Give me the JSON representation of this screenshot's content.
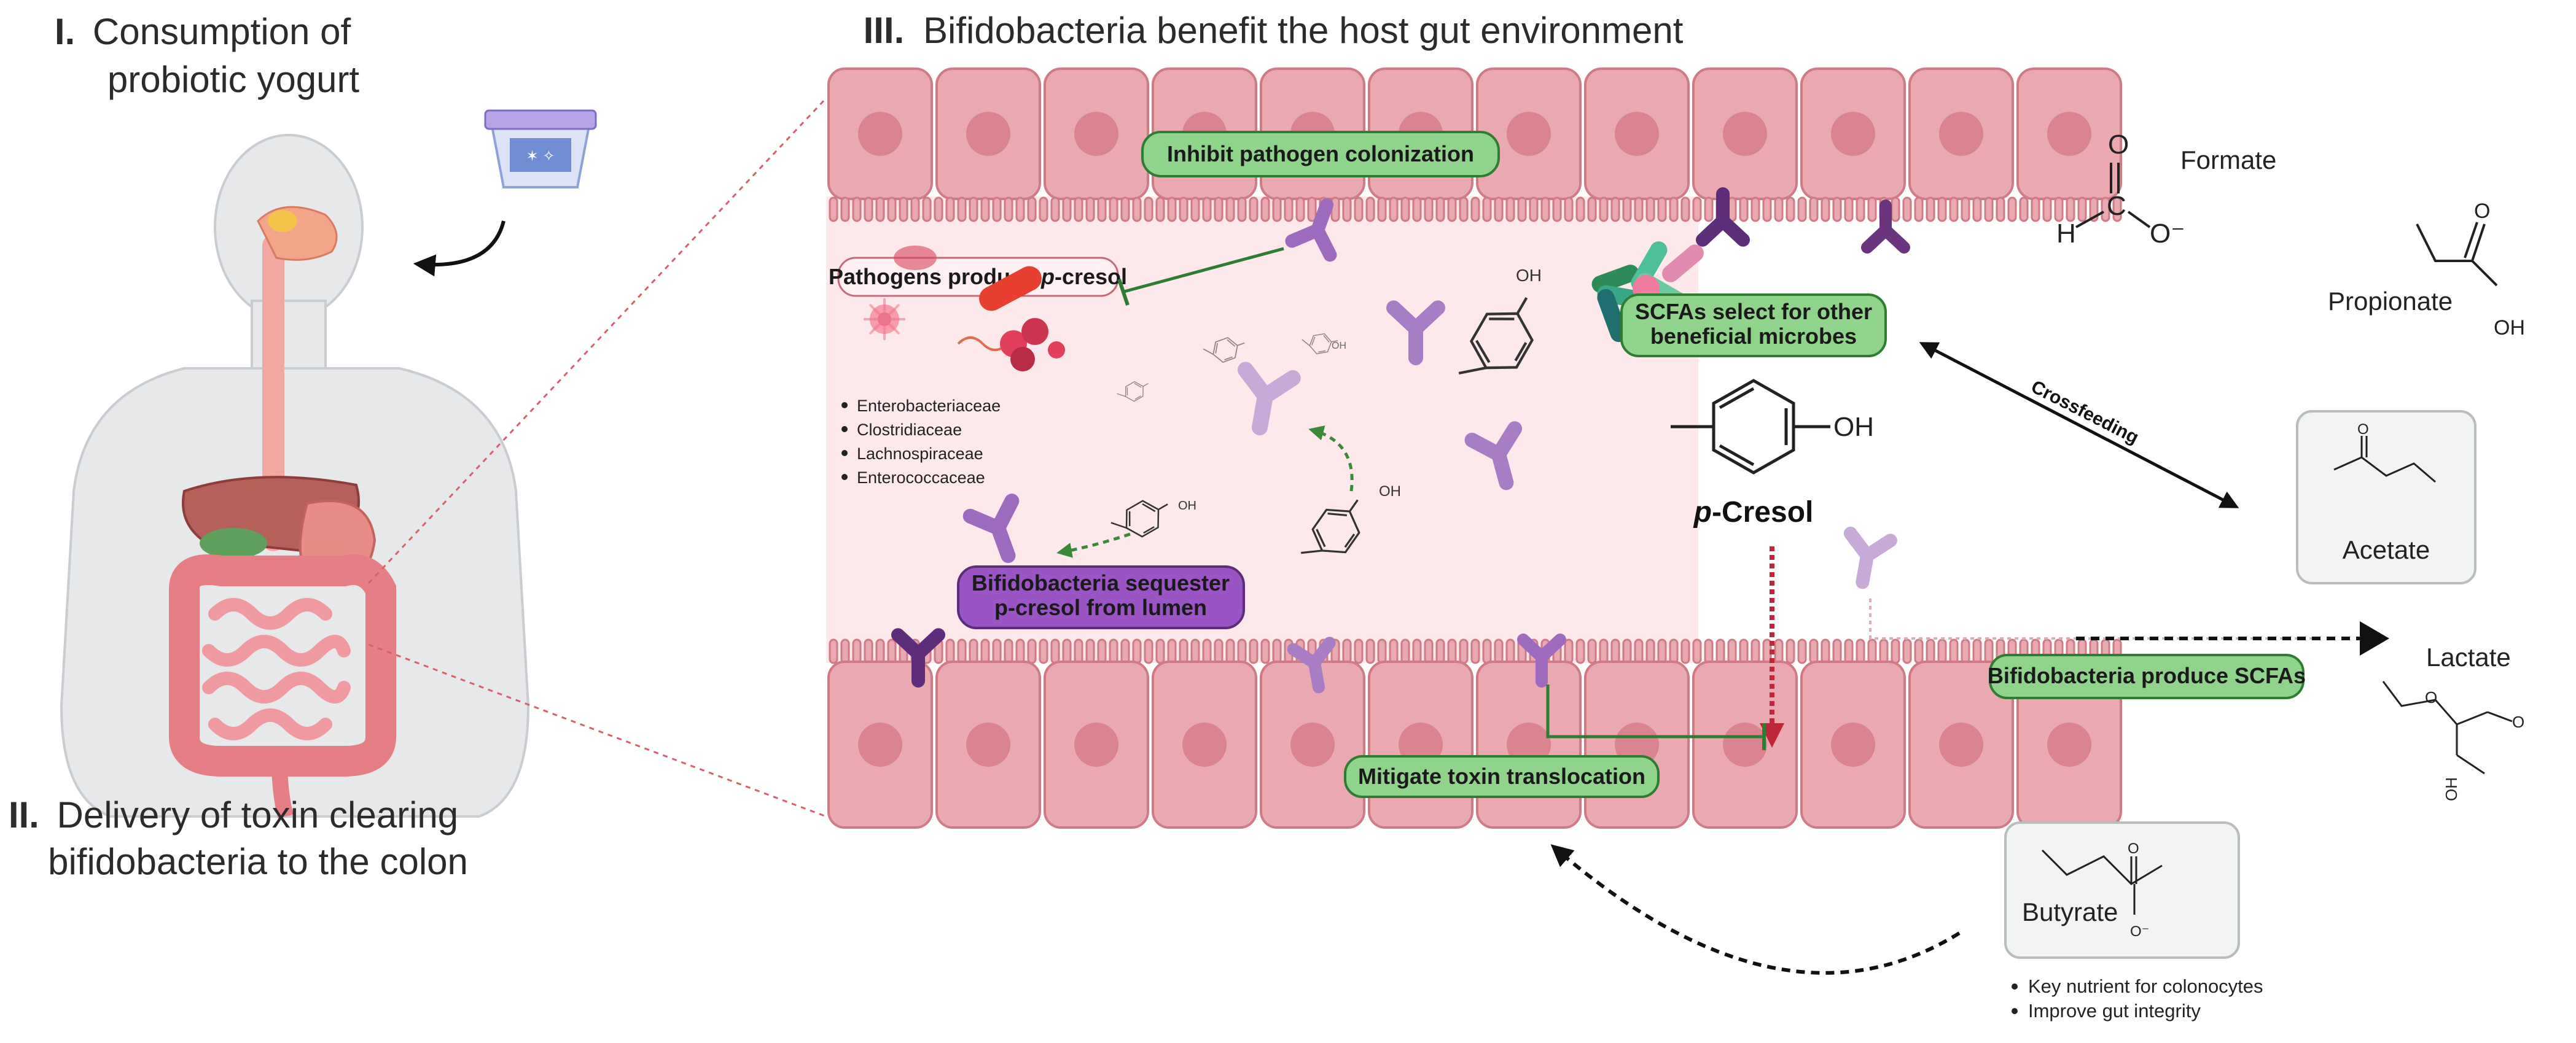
{
  "titles": {
    "s1_roman": "I.",
    "s1_line1": "Consumption of",
    "s1_line2": "probiotic yogurt",
    "s2_roman": "II.",
    "s2_line1": "Delivery of toxin clearing",
    "s2_line2": "bifidobacteria to the colon",
    "s3_roman": "III.",
    "s3_text": "Bifidobacteria benefit the host gut environment"
  },
  "labels": {
    "inhibit": "Inhibit pathogen colonization",
    "pathogens_a": "Pathogens produce ",
    "pathogens_b": "p",
    "pathogens_c": "-cresol",
    "scfa_select_1": "SCFAs select for other",
    "scfa_select_2": "beneficial microbes",
    "sequester_1": "Bifidobacteria sequester",
    "sequester_2": "p-cresol from lumen",
    "mitigate": "Mitigate toxin translocation",
    "produce_scfas": "Bifidobacteria produce SCFAs",
    "crossfeeding": "Crossfeeding",
    "pcresol_p": "p",
    "pcresol_rest": "-Cresol",
    "oh": "OH"
  },
  "pathogen_families": [
    "Enterobacteriaceae",
    "Clostridiaceae",
    "Lachnospiraceae",
    "Enterococcaceae"
  ],
  "chemicals": {
    "formate": "Formate",
    "propionate": "Propionate",
    "acetate": "Acetate",
    "lactate": "Lactate",
    "butyrate": "Butyrate",
    "formate_h": "H",
    "formate_c": "C",
    "formate_o": "O",
    "formate_ominus": "O⁻",
    "oh": "OH",
    "o": "O",
    "ominus": "O⁻"
  },
  "butyrate_notes": [
    "Key nutrient for colonocytes",
    "Improve gut integrity"
  ],
  "colors": {
    "cell_fill": "#eaa9b0",
    "cell_stroke": "#cf7b86",
    "nucleus": "#d9848f",
    "lumen": "#fde9ec",
    "pill_green": "#8fd48a",
    "pill_green_stroke": "#2e7d32",
    "pill_purple": "#9a55c4",
    "pill_pink": "#fff0f3",
    "bifido_light": "#b58ccf",
    "bifido_dark": "#5e2d7a",
    "inhibit_line": "#2e7d32",
    "toxin_arrow": "#c0263a"
  }
}
